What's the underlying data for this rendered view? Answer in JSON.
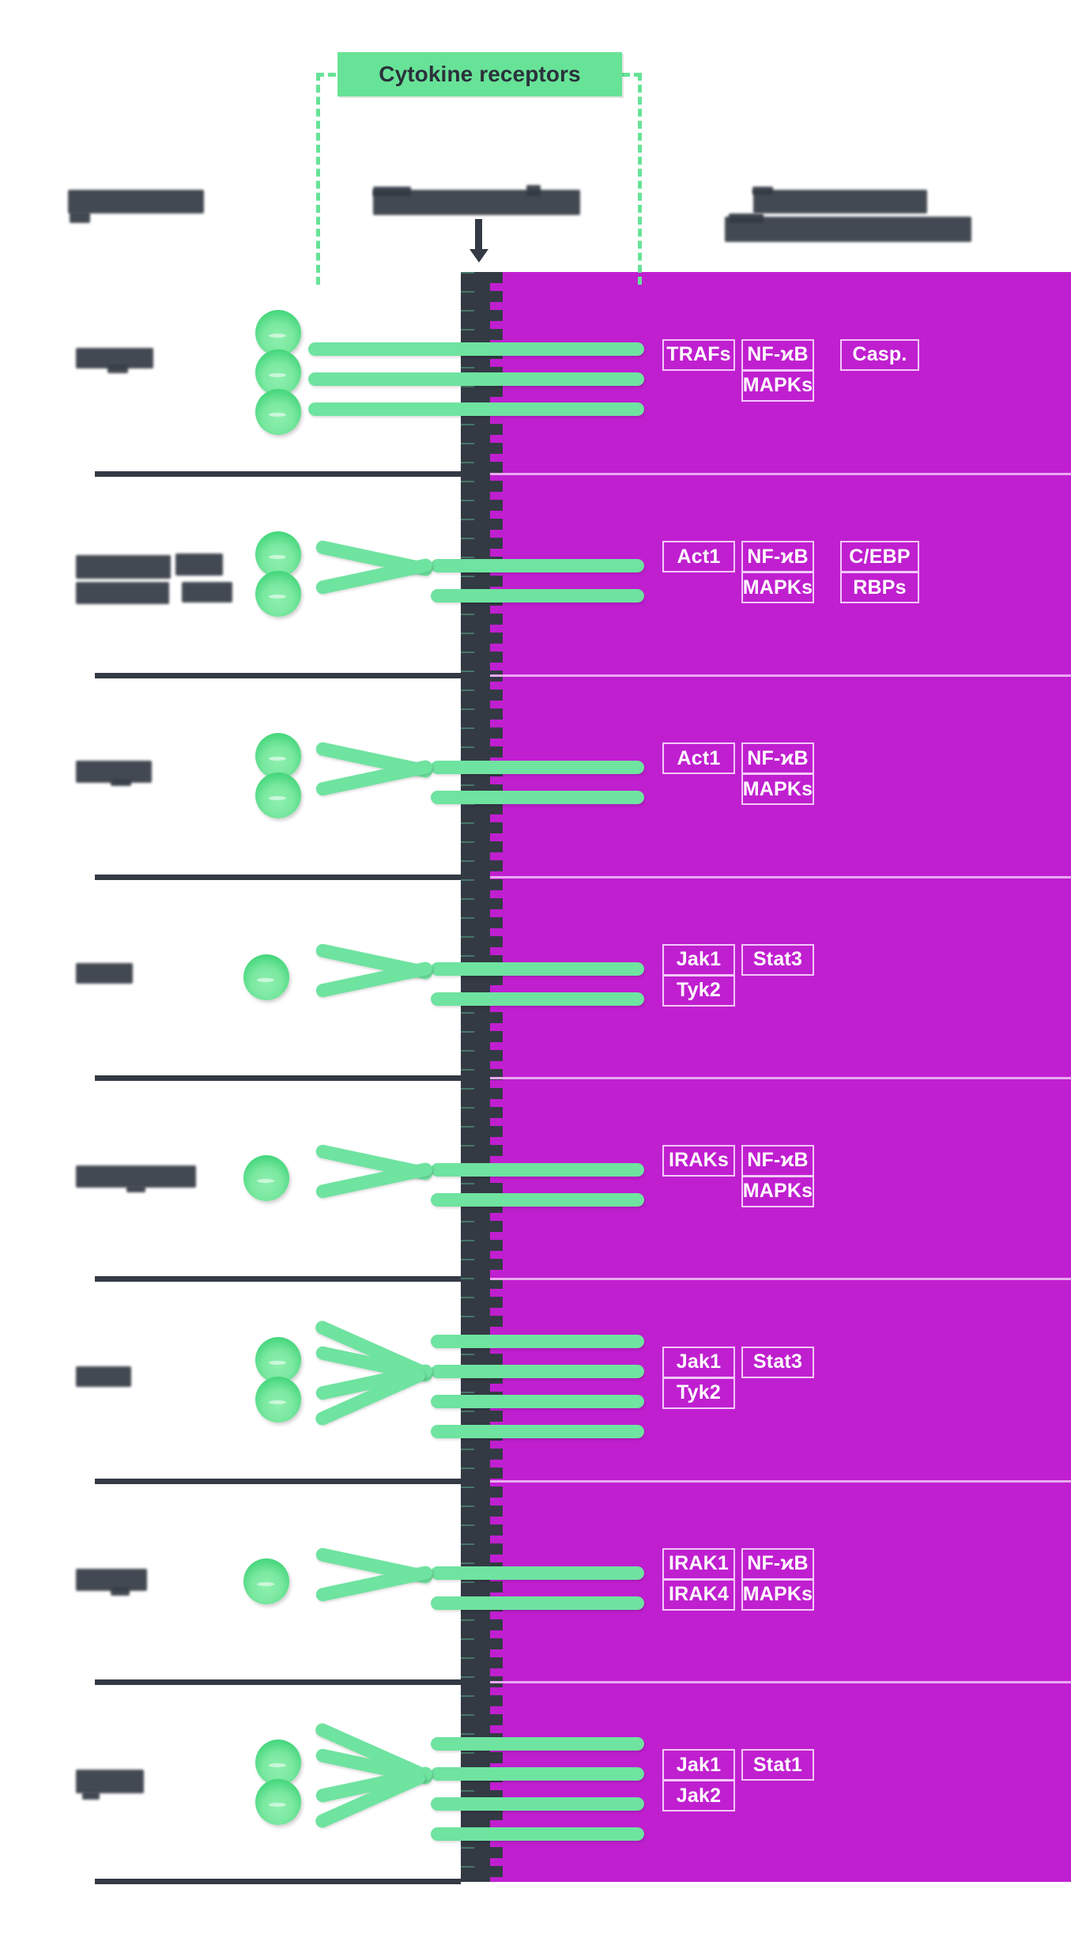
{
  "figure": {
    "title_badge": "Cytokine receptors",
    "colors": {
      "cytoplasm": "#c01fd0",
      "membrane": "#343a44",
      "receptor_green": "#6fe3a0",
      "badge_green": "#67e397",
      "factor_border": "#f3c9f8",
      "separator_left": "#343a44",
      "separator_right": "#eaa9f2",
      "text_dark": "#2b313b",
      "text_light": "#ffffff"
    }
  },
  "column_headers": [
    {
      "name": "cytokine",
      "label": "Cytokines",
      "redacted": true
    },
    {
      "name": "cell-membrane",
      "label": "Cell membrane",
      "redacted": true
    },
    {
      "name": "signaling-factors",
      "label": "Intracytoplasmic signaling factors",
      "redacted": true
    }
  ],
  "rows": [
    {
      "id": "row-1",
      "cytokine_label": "TNF-a",
      "cytokine_redacted": true,
      "circles": 3,
      "receptor_bars": 3,
      "factors": [
        {
          "label": "TRAFs",
          "col": 0,
          "line": 0
        },
        {
          "label": "NF-ϰB",
          "col": 1,
          "line": 0
        },
        {
          "label": "Casp.",
          "col": 2,
          "line": 0
        },
        {
          "label": "MAPKs",
          "col": 1,
          "line": 1
        }
      ]
    },
    {
      "id": "row-2",
      "cytokine_label": "IL-17A / IL-17F",
      "cytokine_redacted": true,
      "circles": 2,
      "receptor_bars": 2,
      "factors": [
        {
          "label": "Act1",
          "col": 0,
          "line": 0
        },
        {
          "label": "NF-ϰB",
          "col": 1,
          "line": 0
        },
        {
          "label": "C/EBP",
          "col": 2,
          "line": 0
        },
        {
          "label": "MAPKs",
          "col": 1,
          "line": 1
        },
        {
          "label": "RBPs",
          "col": 2,
          "line": 1
        }
      ]
    },
    {
      "id": "row-3",
      "cytokine_label": "IL-17C",
      "cytokine_redacted": true,
      "circles": 2,
      "receptor_bars": 2,
      "factors": [
        {
          "label": "Act1",
          "col": 0,
          "line": 0
        },
        {
          "label": "NF-ϰB",
          "col": 1,
          "line": 0
        },
        {
          "label": "MAPKs",
          "col": 1,
          "line": 1
        }
      ]
    },
    {
      "id": "row-4",
      "cytokine_label": "IL-23",
      "cytokine_redacted": true,
      "circles": 1,
      "receptor_bars": 2,
      "factors": [
        {
          "label": "Jak1",
          "col": 0,
          "line": 0
        },
        {
          "label": "Stat3",
          "col": 1,
          "line": 0
        },
        {
          "label": "Tyk2",
          "col": 0,
          "line": 1
        }
      ]
    },
    {
      "id": "row-5",
      "cytokine_label": "IL-36a/b/g",
      "cytokine_redacted": true,
      "circles": 1,
      "receptor_bars": 2,
      "factors": [
        {
          "label": "IRAKs",
          "col": 0,
          "line": 0
        },
        {
          "label": "NF-ϰB",
          "col": 1,
          "line": 0
        },
        {
          "label": "MAPKs",
          "col": 1,
          "line": 1
        }
      ]
    },
    {
      "id": "row-6",
      "cytokine_label": "IL-22",
      "cytokine_redacted": true,
      "circles": 2,
      "receptor_bars": 4,
      "factors": [
        {
          "label": "Jak1",
          "col": 0,
          "line": 0
        },
        {
          "label": "Stat3",
          "col": 1,
          "line": 0
        },
        {
          "label": "Tyk2",
          "col": 0,
          "line": 1
        }
      ]
    },
    {
      "id": "row-7",
      "cytokine_label": "IL-1b",
      "cytokine_redacted": true,
      "circles": 1,
      "receptor_bars": 2,
      "factors": [
        {
          "label": "IRAK1",
          "col": 0,
          "line": 0
        },
        {
          "label": "NF-ϰB",
          "col": 1,
          "line": 0
        },
        {
          "label": "IRAK4",
          "col": 0,
          "line": 1
        },
        {
          "label": "MAPKs",
          "col": 1,
          "line": 1
        }
      ]
    },
    {
      "id": "row-8",
      "cytokine_label": "IFN-g",
      "cytokine_redacted": true,
      "circles": 2,
      "receptor_bars": 4,
      "factors": [
        {
          "label": "Jak1",
          "col": 0,
          "line": 0
        },
        {
          "label": "Stat1",
          "col": 1,
          "line": 0
        },
        {
          "label": "Jak2",
          "col": 0,
          "line": 1
        }
      ]
    }
  ]
}
